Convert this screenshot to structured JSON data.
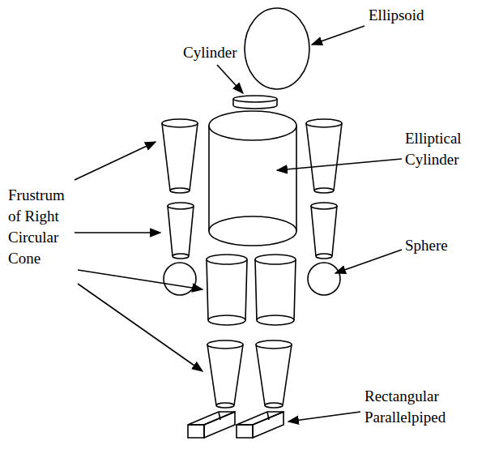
{
  "diagram": {
    "labels": [
      "Ellipsoid",
      "Cylinder",
      "Elliptical Cylinder",
      "Frustrum of Right Circular Cone",
      "Sphere",
      "Rectangular Parallelpiped"
    ]
  }
}
